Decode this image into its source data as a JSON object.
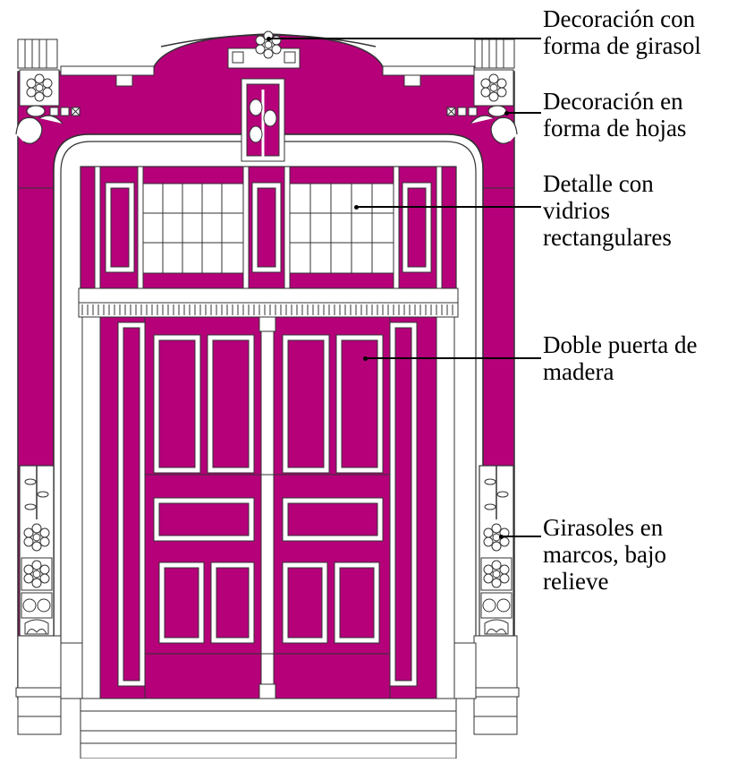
{
  "diagram": {
    "fill_color": "#b5007a",
    "line_color": "#333333",
    "background": "#ffffff"
  },
  "labels": [
    {
      "id": "girasol",
      "text": "Decoración con\nforma de girasol"
    },
    {
      "id": "hojas",
      "text": "Decoración en\nforma de hojas"
    },
    {
      "id": "vidrios",
      "text": "Detalle con\nvidrios\nrectangulares"
    },
    {
      "id": "puerta",
      "text": "Doble puerta de\nmadera"
    },
    {
      "id": "girasoles",
      "text": "Girasoles en\nmarcos, bajo\nrelieve"
    }
  ]
}
